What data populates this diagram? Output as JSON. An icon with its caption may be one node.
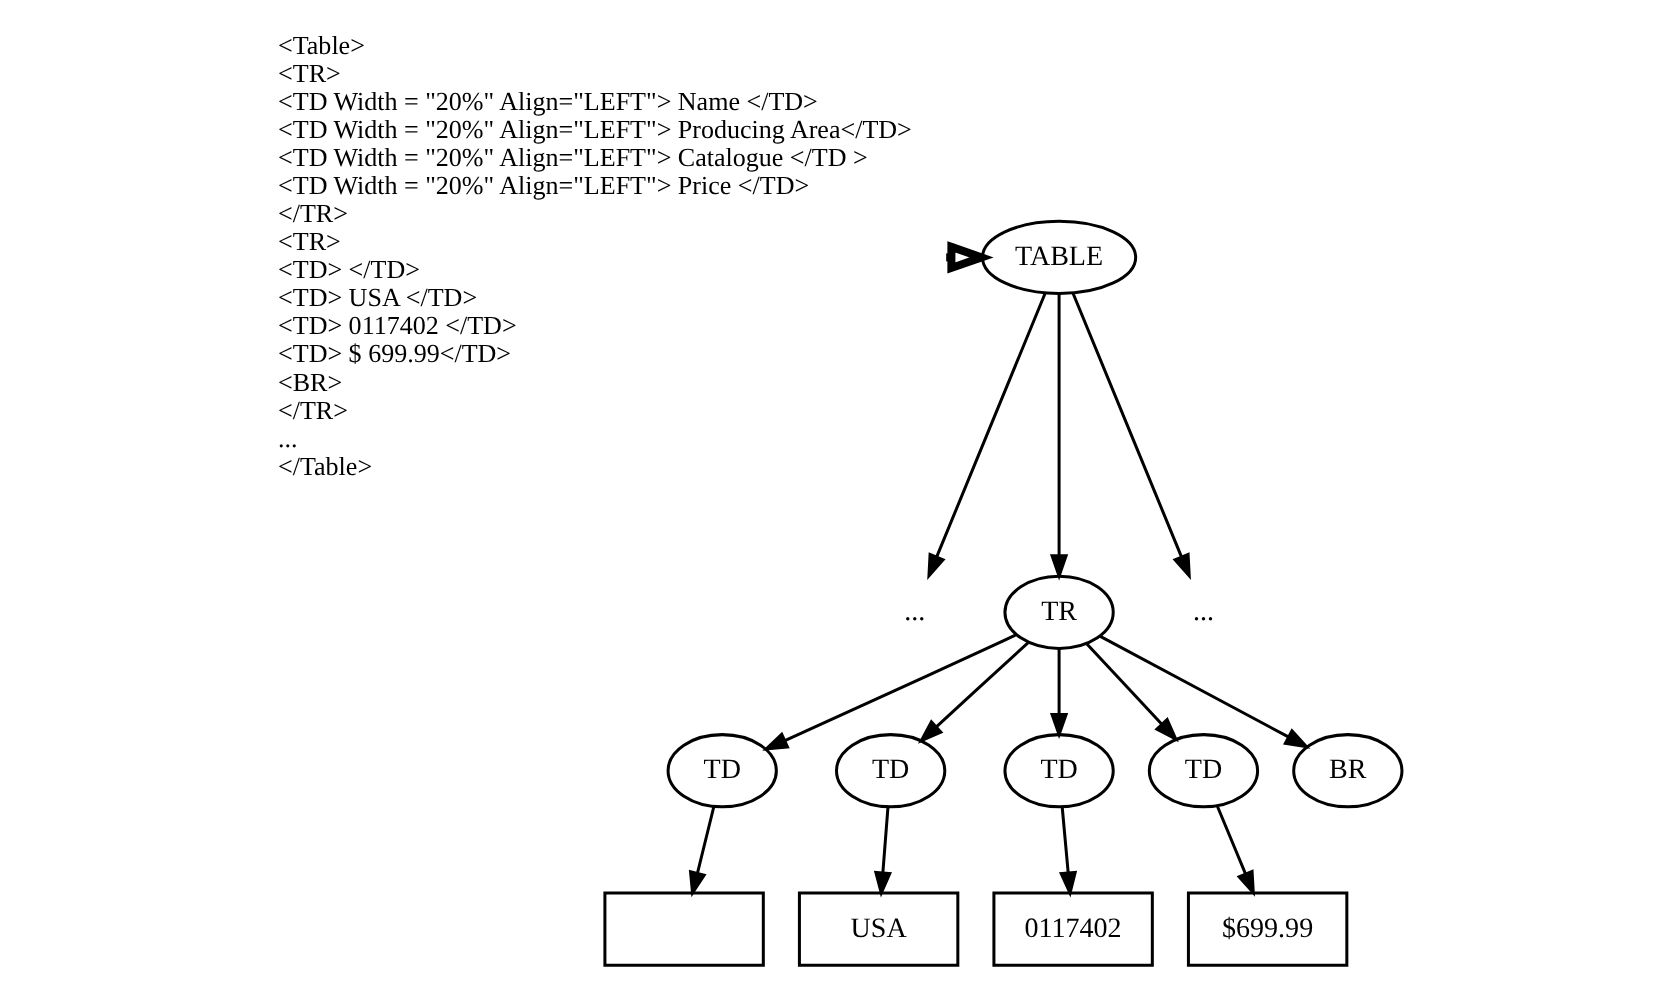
{
  "diagram": {
    "nodes": [
      {
        "text": [
          "<Table>",
          "<TR>",
          "<TD Width = \"20%\" Align=\"LEFT\"> Name </TD>",
          "<TD Width = \"20%\" Align=\"LEFT\"> Producing Area</TD>",
          "<TD Width = \"20%\" Align=\"LEFT\"> Catalogue </TD >",
          "<TD Width = \"20%\" Align=\"LEFT\"> Price </TD>",
          "</TR>",
          "<TR>",
          "<TD> </TD>",
          "<TD> USA </TD>",
          "<TD> 0117402 </TD>",
          "<TD> $ 699.99</TD>",
          "<BR>",
          "</TR>",
          "...",
          "</Table>"
        ]
      },
      {
        "text": [
          "TABLE"
        ]
      },
      {
        "text": [
          "..."
        ]
      },
      {
        "text": [
          "TR"
        ]
      },
      {
        "text": [
          "..."
        ]
      },
      {
        "text": [
          "TD"
        ]
      },
      {
        "text": [
          "TD"
        ]
      },
      {
        "text": [
          "TD"
        ]
      },
      {
        "text": [
          "TD"
        ]
      },
      {
        "text": [
          "BR"
        ]
      },
      {
        "text": [],
        "shape": "box"
      },
      {
        "text": [
          "USA"
        ]
      },
      {
        "text": [
          "0117402"
        ]
      },
      {
        "text": [
          "$699.99"
        ]
      }
    ],
    "edges": [
      {
        "from": 0,
        "to": 1,
        "arrow": "to",
        "style": "thick"
      },
      {
        "from": 1,
        "to": 2,
        "arrow": "to"
      },
      {
        "from": 1,
        "to": 3,
        "arrow": "to"
      },
      {
        "from": 1,
        "to": 4,
        "arrow": "to"
      },
      {
        "from": 3,
        "to": 5,
        "arrow": "to"
      },
      {
        "from": 3,
        "to": 6,
        "arrow": "to"
      },
      {
        "from": 3,
        "to": 7,
        "arrow": "to"
      },
      {
        "from": 3,
        "to": 8,
        "arrow": "to"
      },
      {
        "from": 3,
        "to": 9,
        "arrow": "to"
      },
      {
        "from": 5,
        "to": 10,
        "arrow": "to"
      },
      {
        "from": 6,
        "to": 11,
        "arrow": "to"
      },
      {
        "from": 7,
        "to": 12,
        "arrow": "to"
      },
      {
        "from": 8,
        "to": 13,
        "arrow": "to"
      }
    ]
  }
}
